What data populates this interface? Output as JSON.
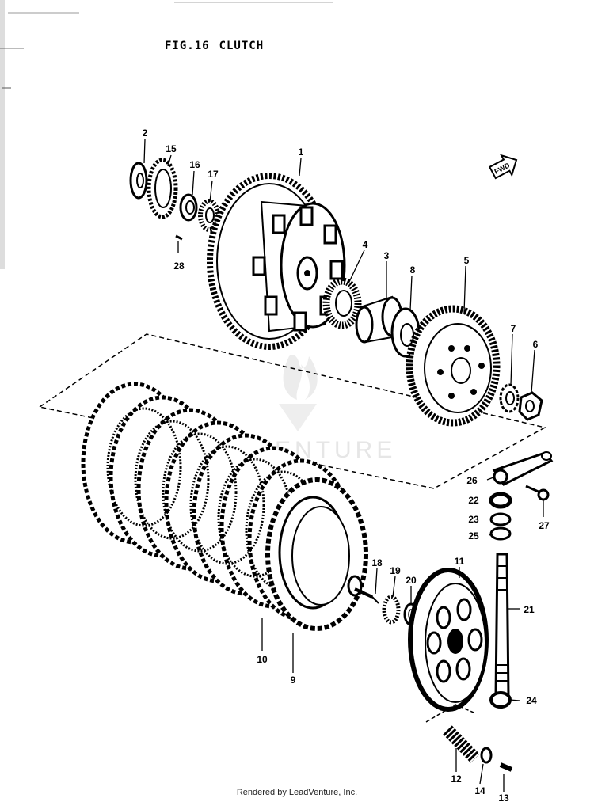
{
  "figure": {
    "number": "FIG.16",
    "name": "CLUTCH"
  },
  "direction_badge": "FWD",
  "watermark": "LEADVENTURE",
  "footer": "Rendered by LeadVenture, Inc.",
  "callouts": [
    "1",
    "2",
    "3",
    "4",
    "5",
    "6",
    "7",
    "8",
    "9",
    "10",
    "11",
    "12",
    "13",
    "14",
    "15",
    "16",
    "17",
    "18",
    "19",
    "20",
    "21",
    "22",
    "23",
    "24",
    "25",
    "26",
    "27",
    "28"
  ]
}
